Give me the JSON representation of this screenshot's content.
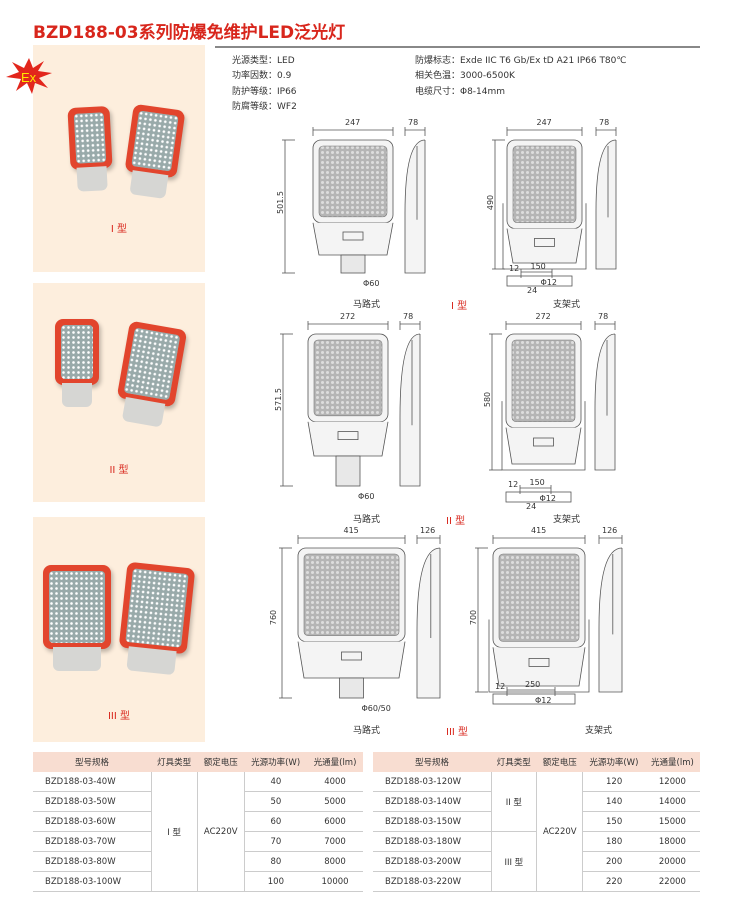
{
  "title": "BZD188-03系列防爆免维护LED泛光灯",
  "badge": "Ex",
  "specs_left": [
    "光源类型：LED",
    "功率因数：0.9",
    "防护等级：IP66",
    "防腐等级：WF2"
  ],
  "specs_right": [
    "防爆标志：Exde IIC T6 Gb/Ex tD A21 IP66 T80℃",
    "相关色温：3000-6500K",
    "电缆尺寸：Φ8-14mm"
  ],
  "panels": [
    {
      "label": "I 型"
    },
    {
      "label": "II 型"
    },
    {
      "label": "III 型"
    }
  ],
  "drawings": [
    {
      "type_label": "I 型",
      "road_label": "马路式",
      "bracket_label": "支架式",
      "road_width": "247",
      "road_height": "501.5",
      "road_side": "78",
      "road_pipe": "Φ60",
      "bracket_width": "247",
      "bracket_height": "490",
      "bracket_side": "78",
      "plan_a": "12",
      "plan_b": "150",
      "plan_c": "Φ12",
      "plan_d": "24"
    },
    {
      "type_label": "II 型",
      "road_label": "马路式",
      "bracket_label": "支架式",
      "road_width": "272",
      "road_height": "571.5",
      "road_side": "78",
      "road_pipe": "Φ60",
      "bracket_width": "272",
      "bracket_height": "580",
      "bracket_side": "78",
      "plan_a": "12",
      "plan_b": "150",
      "plan_c": "Φ12",
      "plan_d": "24"
    },
    {
      "type_label": "III 型",
      "road_label": "马路式",
      "bracket_label": "支架式",
      "road_width": "415",
      "road_height": "760",
      "road_side": "126",
      "road_pipe": "Φ60/50",
      "bracket_width": "415",
      "bracket_height": "700",
      "bracket_side": "126",
      "plan_a": "12",
      "plan_b": "250",
      "plan_c": "Φ12",
      "plan_d": ""
    }
  ],
  "table_headers": [
    "型号规格",
    "灯具类型",
    "额定电压",
    "光源功率(W)",
    "光通量(lm)"
  ],
  "table_left": {
    "type": "I 型",
    "voltage": "AC220V",
    "rows": [
      {
        "model": "BZD188-03-40W",
        "power": "40",
        "flux": "4000"
      },
      {
        "model": "BZD188-03-50W",
        "power": "50",
        "flux": "5000"
      },
      {
        "model": "BZD188-03-60W",
        "power": "60",
        "flux": "6000"
      },
      {
        "model": "BZD188-03-70W",
        "power": "70",
        "flux": "7000"
      },
      {
        "model": "BZD188-03-80W",
        "power": "80",
        "flux": "8000"
      },
      {
        "model": "BZD188-03-100W",
        "power": "100",
        "flux": "10000"
      }
    ]
  },
  "table_right": {
    "type_a": "II 型",
    "type_b": "III 型",
    "voltage": "AC220V",
    "rows": [
      {
        "model": "BZD188-03-120W",
        "power": "120",
        "flux": "12000"
      },
      {
        "model": "BZD188-03-140W",
        "power": "140",
        "flux": "14000"
      },
      {
        "model": "BZD188-03-150W",
        "power": "150",
        "flux": "15000"
      },
      {
        "model": "BZD188-03-180W",
        "power": "180",
        "flux": "18000"
      },
      {
        "model": "BZD188-03-200W",
        "power": "200",
        "flux": "20000"
      },
      {
        "model": "BZD188-03-220W",
        "power": "220",
        "flux": "22000"
      }
    ]
  },
  "colors": {
    "accent": "#d8261c",
    "panel": "#fdeedd",
    "header": "#f8ddd1"
  }
}
